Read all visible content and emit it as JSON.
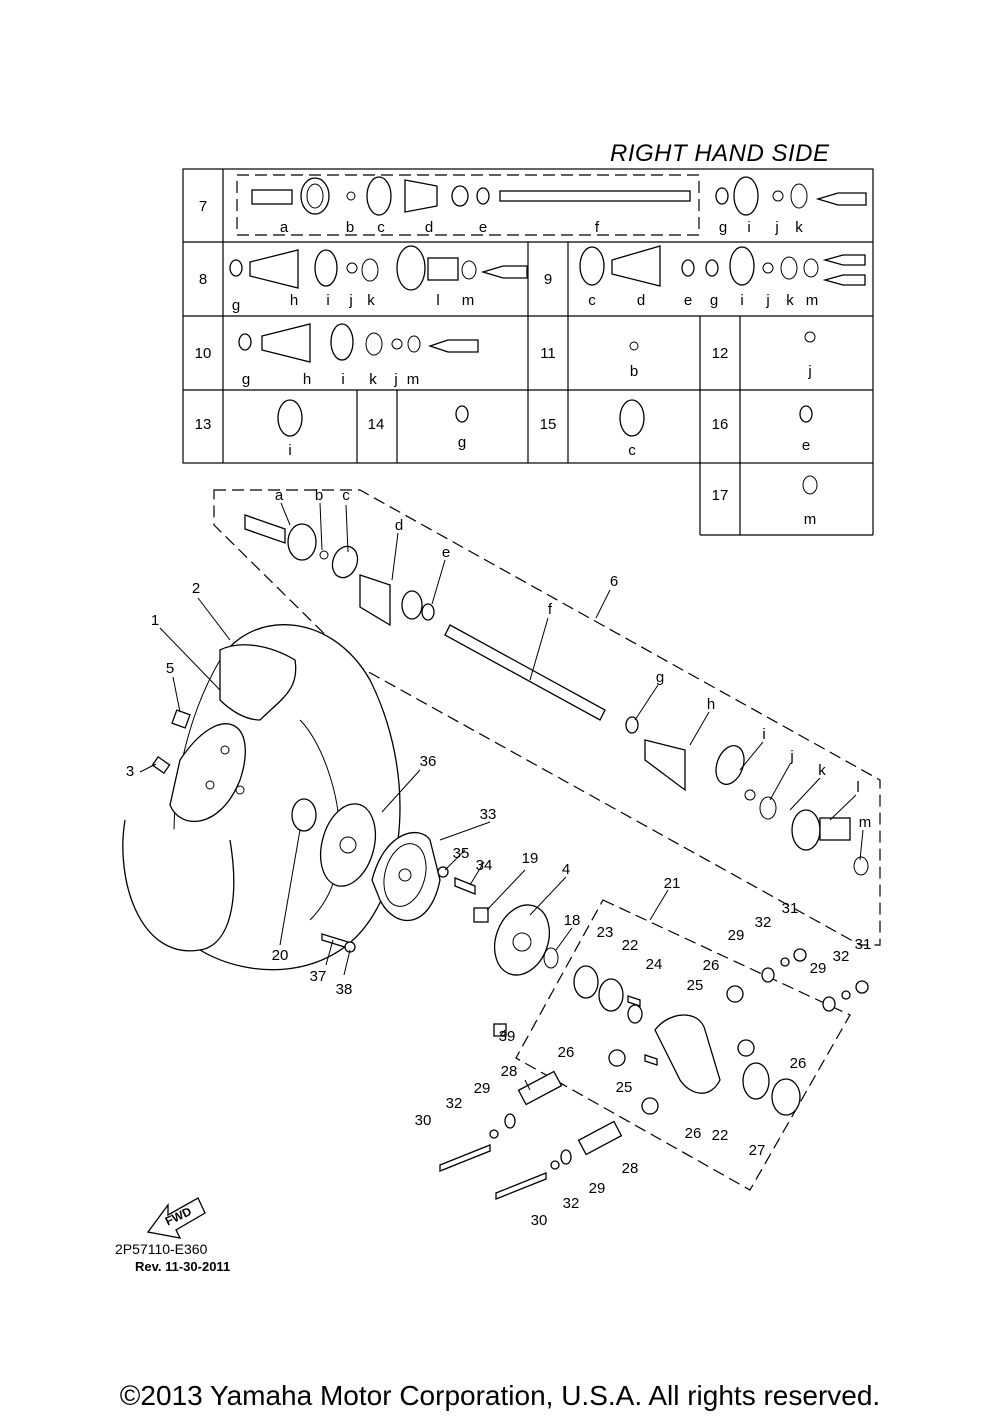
{
  "header": {
    "title": "RIGHT HAND SIDE"
  },
  "reference": {
    "code": "2P57110-E360",
    "revision": "Rev.  11-30-2011"
  },
  "footer": {
    "copyright": "©2013 Yamaha Motor Corporation, U.S.A. All rights reserved."
  },
  "badge": {
    "fwd": "FWD"
  },
  "table": {
    "rows": [
      {
        "no": "7",
        "letters": [
          "a",
          "b",
          "c",
          "d",
          "e",
          "f",
          "g",
          "i",
          "j",
          "k"
        ]
      },
      {
        "no": "8",
        "letters": [
          "g",
          "h",
          "i",
          "j",
          "k",
          "l",
          "m"
        ]
      },
      {
        "no": "9",
        "letters": [
          "c",
          "d",
          "e",
          "g",
          "i",
          "j",
          "k",
          "m"
        ]
      },
      {
        "no": "10",
        "letters": [
          "g",
          "h",
          "i",
          "k",
          "j",
          "m"
        ]
      },
      {
        "no": "11",
        "letters": [
          "b"
        ]
      },
      {
        "no": "12",
        "letters": [
          "j"
        ]
      },
      {
        "no": "13",
        "letters": [
          "i"
        ]
      },
      {
        "no": "14",
        "letters": [
          "g"
        ]
      },
      {
        "no": "15",
        "letters": [
          "c"
        ]
      },
      {
        "no": "16",
        "letters": [
          "e"
        ]
      },
      {
        "no": "17",
        "letters": [
          "m"
        ]
      }
    ]
  },
  "callouts": {
    "letters": [
      "a",
      "b",
      "c",
      "d",
      "e",
      "f",
      "g",
      "h",
      "i",
      "j",
      "k",
      "l",
      "m"
    ],
    "numbers": [
      "1",
      "2",
      "3",
      "4",
      "5",
      "6",
      "18",
      "19",
      "20",
      "21",
      "22",
      "22",
      "23",
      "24",
      "25",
      "25",
      "26",
      "26",
      "26",
      "26",
      "27",
      "28",
      "28",
      "29",
      "29",
      "29",
      "29",
      "30",
      "30",
      "31",
      "31",
      "32",
      "32",
      "32",
      "32",
      "33",
      "34",
      "35",
      "36",
      "37",
      "38",
      "39"
    ]
  }
}
